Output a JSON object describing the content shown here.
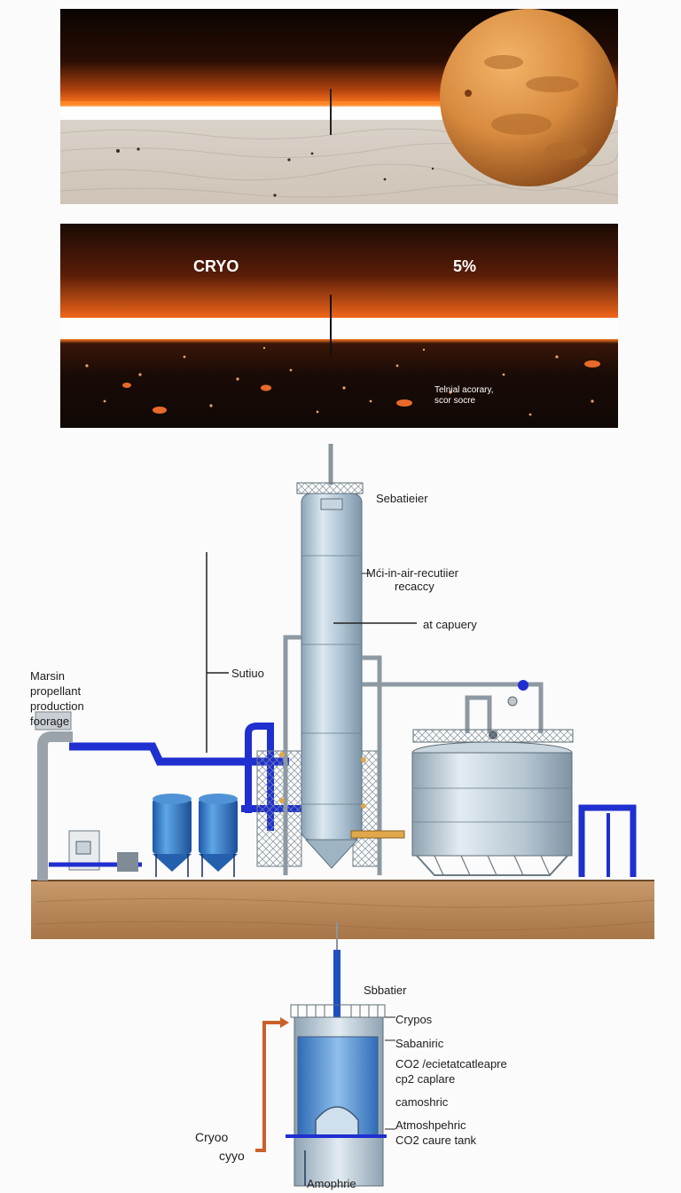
{
  "panel_top": {
    "vertical_marker": "line"
  },
  "panel_middle": {
    "left_text": "CRYO",
    "right_text": "5%",
    "small_caption_line1": "Telnial acorary,",
    "small_caption_line2": "scor socre"
  },
  "plant": {
    "label_top": "Sebatieier",
    "label_mid_line1": "Mći-in-air-recutiier",
    "label_mid_line2": "recaccy",
    "label_capture": "at capuery",
    "label_sutiuo": "Sutiuo",
    "label_left_line1": "Marsin",
    "label_left_line2": "propellant",
    "label_left_line3": "production",
    "label_left_line4": "foorage"
  },
  "detail": {
    "label_sbbatier": "Sbbatier",
    "label_crypos": "Crypos",
    "label_sabaniric": "Sabaniric",
    "label_co2_line1": "CO2 /ecietatcatleapre",
    "label_co2_line2": "cp2 caplare",
    "label_camoshric": "camoshric",
    "label_atmos_line1": "Atmoshpehric",
    "label_atmos_line2": "CO2 caure tank",
    "label_cryoo_line1": "Cryoo",
    "label_cryoo_line2": "cyyo",
    "label_amophrie": "Amophrie"
  },
  "colors": {
    "mars_orange": "#e0681a",
    "sky_dark": "#1a0b05",
    "pipe_blue": "#1f2fd0",
    "tank_blue": "#2f7fd0",
    "steel": "#b9cad6",
    "ground": "#b98a5c",
    "copper_pipe": "#c9612a"
  }
}
